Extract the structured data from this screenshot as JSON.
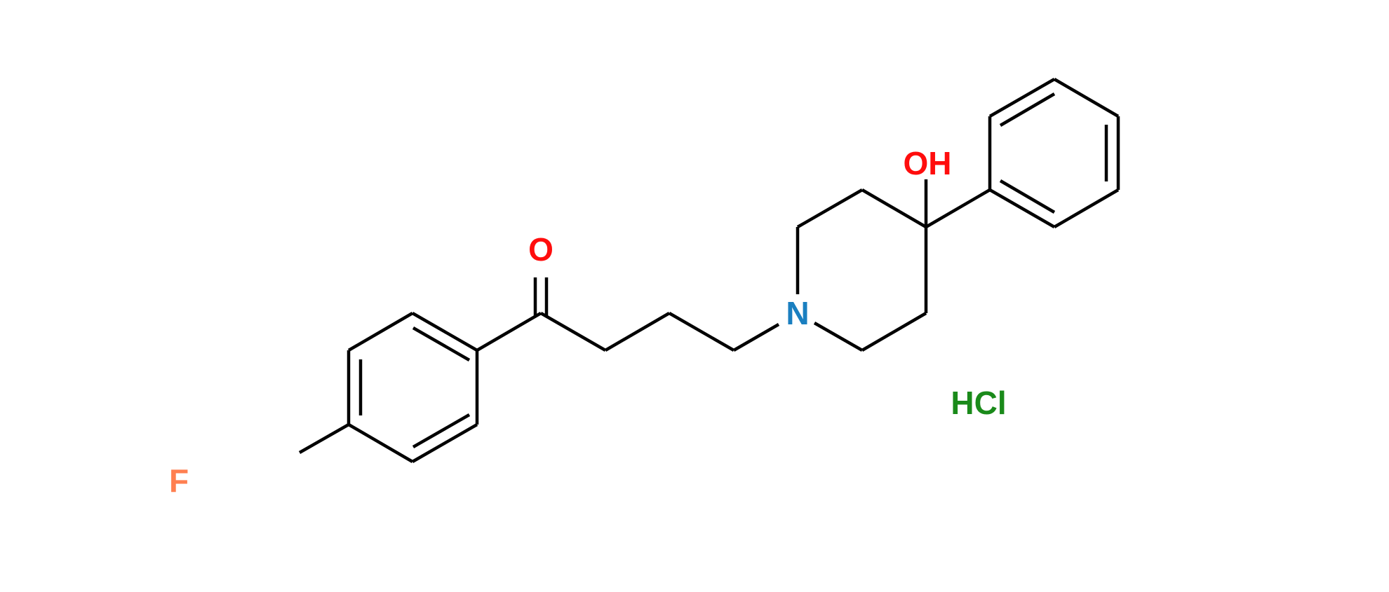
{
  "molecule": {
    "name_visible": "",
    "atoms": {
      "carbonyl_oxygen": {
        "label": "O",
        "color": "#ff0d0d"
      },
      "hydroxyl": {
        "label": "OH",
        "color": "#ff0d0d"
      },
      "nitrogen": {
        "label": "N",
        "color": "#1a7fc0"
      },
      "fluorine": {
        "label": "F",
        "color": "#ff7f50"
      },
      "salt": {
        "label": "HCl",
        "color": "#1a8a1a"
      }
    },
    "bond_color": "#000000"
  }
}
